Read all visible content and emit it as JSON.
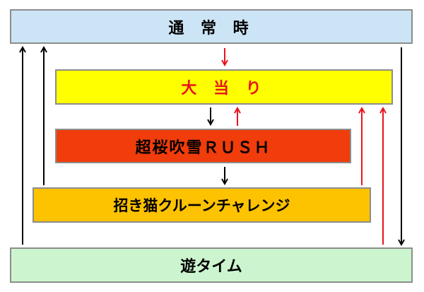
{
  "colors": {
    "normal_fill": "#cce5f6",
    "jackpot_fill": "#ffff00",
    "rush_fill": "#f13c0b",
    "challenge_fill": "#fdc200",
    "asobi_fill": "#ccf5cf",
    "border": "#8c8c8c",
    "arrow_black": "#000000",
    "arrow_red": "#e8141c"
  },
  "boxes": {
    "normal": "通 常 時",
    "jackpot": "大 当 り",
    "rush": "超桜吹雪ＲＵＳＨ",
    "challenge": "招き猫クルーンチャレンジ",
    "asobi": "遊タイム"
  },
  "arrows": [
    {
      "from": "normal",
      "to": "jackpot",
      "color": "red"
    },
    {
      "from": "jackpot",
      "to": "rush",
      "color": "black"
    },
    {
      "from": "rush",
      "to": "jackpot",
      "color": "red"
    },
    {
      "from": "rush",
      "to": "challenge",
      "color": "black"
    },
    {
      "from": "challenge",
      "to": "jackpot",
      "color": "red"
    },
    {
      "from": "asobi",
      "to": "jackpot",
      "color": "red"
    },
    {
      "from": "challenge",
      "to": "normal",
      "color": "black"
    },
    {
      "from": "asobi",
      "to": "normal",
      "color": "black"
    },
    {
      "from": "normal",
      "to": "asobi",
      "color": "black"
    }
  ]
}
